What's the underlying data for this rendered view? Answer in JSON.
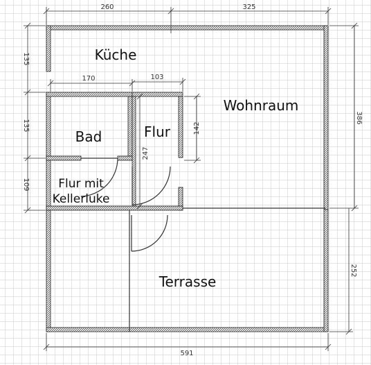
{
  "rooms": {
    "kueche": "Küche",
    "wohnraum": "Wohnraum",
    "bad": "Bad",
    "flur": "Flur",
    "flur_keller_line1": "Flur mit",
    "flur_keller_line2": "Kellerluke",
    "terrasse": "Terrasse"
  },
  "dimensions": {
    "top_left": "260",
    "top_right": "325",
    "bad_width": "170",
    "flur_width": "103",
    "bottom_total": "591",
    "left_kueche": "135",
    "left_bad": "135",
    "left_flur_keller": "109",
    "flur_height": "142",
    "door_opening": "247",
    "right_wohnraum": "386",
    "right_terrasse": "252"
  }
}
